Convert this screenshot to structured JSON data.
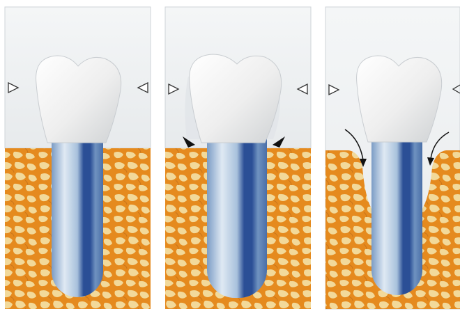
{
  "figure": {
    "panel_count": 3,
    "panels": [
      {
        "id": "panel-1",
        "variant": "straight-neck",
        "markers": [
          "level-marker-left",
          "level-marker-right"
        ]
      },
      {
        "id": "panel-2",
        "variant": "wide-collar",
        "markers": [
          "level-marker-left",
          "level-marker-right",
          "crestal-arrowhead-left",
          "crestal-arrowhead-right"
        ]
      },
      {
        "id": "panel-3",
        "variant": "bone-resorption",
        "markers": [
          "level-marker-left",
          "level-marker-right",
          "remodeling-arrow-left",
          "remodeling-arrow-right"
        ]
      }
    ],
    "colors": {
      "background": "#ffffff",
      "soft_tissue": "#edf0f2",
      "bone": "#e58a1e",
      "bone_pore": "#f2d99a",
      "crown": "#f4f4f4",
      "implant_light": "#dfe9f3",
      "implant_mid": "#8fb0d2",
      "implant_dark": "#2b4f96",
      "marker": "#333333"
    },
    "icons": [
      "level-marker-icon",
      "arrowhead-icon",
      "curved-arrow-icon"
    ]
  }
}
